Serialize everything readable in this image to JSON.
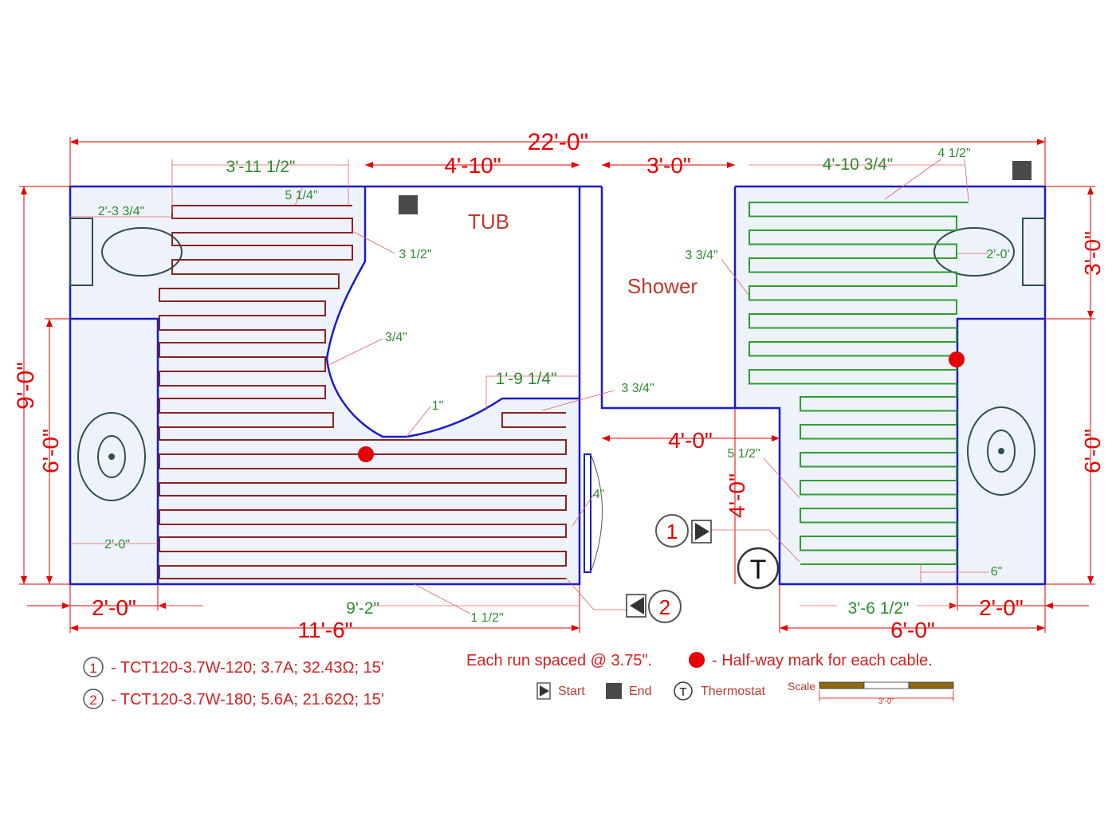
{
  "rooms": {
    "tub": "TUB",
    "shower": "Shower"
  },
  "dims_red": {
    "overall_width": "22'-0\"",
    "tub_width": "4'-10\"",
    "shower_width": "3'-0\"",
    "overall_height": "9'-0\"",
    "left_lower_height": "6'-0\"",
    "right_upper_height": "3'-0\"",
    "right_lower_height": "6'-0\"",
    "left_vanity": "2'-0\"",
    "left_total": "11'-6\"",
    "shower_bottom": "4'-0\"",
    "passage_height": "4'-0\"",
    "right_vanity": "2'-0\"",
    "right_total": "6'-0\""
  },
  "dims_green": {
    "left_top_run": "3'-11 1/2\"",
    "right_top_run": "4'-10 3/4\"",
    "left_wall_offset": "2'-3 3/4\"",
    "five_quarter": "5 1/4\"",
    "three_half": "3 1/2\"",
    "three_quarter": "3/4\"",
    "one_nine": "1'-9 1/4\"",
    "three_three_quarter_left": "3 3/4\"",
    "one_inch": "1\"",
    "four_inch": "4\"",
    "left_toilet_offset": "2'-0\"",
    "left_bottom_run": "9'-2\"",
    "one_half": "1 1/2\"",
    "four_half": "4 1/2\"",
    "three_three_quarter_right": "3 3/4\"",
    "right_toilet_offset": "2'-0'",
    "five_half": "5 1/2\"",
    "right_bottom_run": "3'-6 1/2\"",
    "six_inch": "6\""
  },
  "markers": {
    "start_1": "1",
    "start_2": "2",
    "thermostat": "T"
  },
  "legend": {
    "cable_1_num": "1",
    "cable_1": "- TCT120-3.7W-120; 3.7A; 32.43Ω; 15'",
    "cable_2_num": "2",
    "cable_2": "- TCT120-3.7W-180; 5.6A; 21.62Ω; 15'",
    "spacing_note": "Each run spaced @ 3.75\".",
    "halfway_note": "- Half-way mark for each cable.",
    "start_label": "Start",
    "end_label": "End",
    "thermostat_symbol": "T",
    "thermostat_label": "Thermostat",
    "scale_label": "Scale",
    "scale_value": "3'-0\""
  },
  "colors": {
    "wall": "#1a1acc",
    "floor": "#eef3fb",
    "cable_left": "#8b2323",
    "cable_right": "#2e9e2e",
    "dimension": "#e60000",
    "halfway": "#e60000",
    "fixture": "#2f4f4f"
  }
}
